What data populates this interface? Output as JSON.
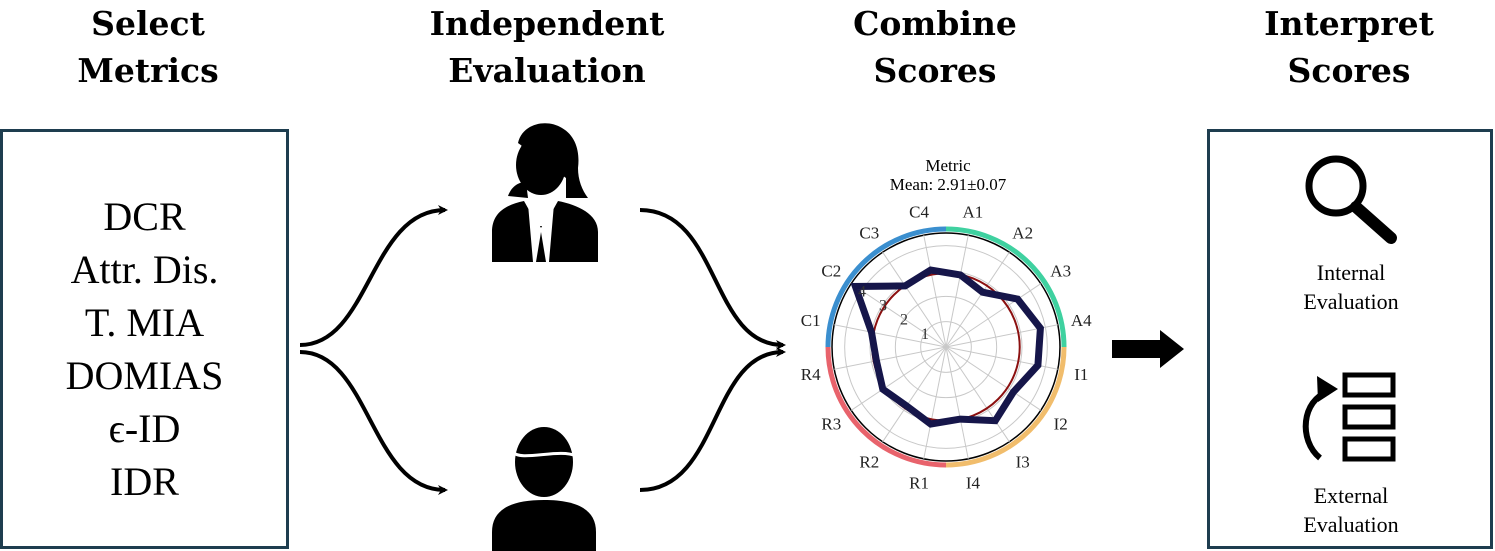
{
  "headings": [
    {
      "line1": "Select",
      "line2": "Metrics"
    },
    {
      "line1": "Independent",
      "line2": "Evaluation"
    },
    {
      "line1": "Combine",
      "line2": "Scores"
    },
    {
      "line1": "Interpret",
      "line2": "Scores"
    }
  ],
  "metrics": [
    "DCR",
    "Attr. Dis.",
    "T. MIA",
    "DOMIAS",
    "ϵ-ID",
    "IDR"
  ],
  "interpret": {
    "internal_line1": "Internal",
    "internal_line2": "Evaluation",
    "external_line1": "External",
    "external_line2": "Evaluation"
  },
  "icons": [
    "woman-evaluator-icon",
    "man-evaluator-icon",
    "magnifier-icon",
    "ranking-icon",
    "right-arrow-icon"
  ],
  "colors": {
    "box_border": "#1e3d4f",
    "score_line": "#16164a",
    "mean_circle": "#8b1010",
    "group_A": "#3fd1a0",
    "group_I": "#f1bd6c",
    "group_R": "#e8636c",
    "group_C": "#3b8fcf"
  },
  "chart_data": {
    "type": "radar",
    "title": "Metric",
    "subtitle": "Mean: 2.91±0.07",
    "categories": [
      "A1",
      "A2",
      "A3",
      "A4",
      "I1",
      "I2",
      "I3",
      "I4",
      "R1",
      "R2",
      "R3",
      "R4",
      "C1",
      "C2",
      "C3",
      "C4"
    ],
    "radial_ticks": [
      1,
      2,
      3,
      4
    ],
    "rlim": [
      0,
      4.5
    ],
    "mean": 2.91,
    "series": [
      {
        "values": [
          2.9,
          2.6,
          3.4,
          3.8,
          3.7,
          3.2,
          3.5,
          2.9,
          3.1,
          2.8,
          3.0,
          2.8,
          3.0,
          4.3,
          2.9,
          3.1
        ]
      }
    ],
    "groups": [
      {
        "label": "A",
        "categories": [
          "A1",
          "A2",
          "A3",
          "A4"
        ]
      },
      {
        "label": "I",
        "categories": [
          "I1",
          "I2",
          "I3",
          "I4"
        ]
      },
      {
        "label": "R",
        "categories": [
          "R1",
          "R2",
          "R3",
          "R4"
        ]
      },
      {
        "label": "C",
        "categories": [
          "C1",
          "C2",
          "C3",
          "C4"
        ]
      }
    ]
  }
}
